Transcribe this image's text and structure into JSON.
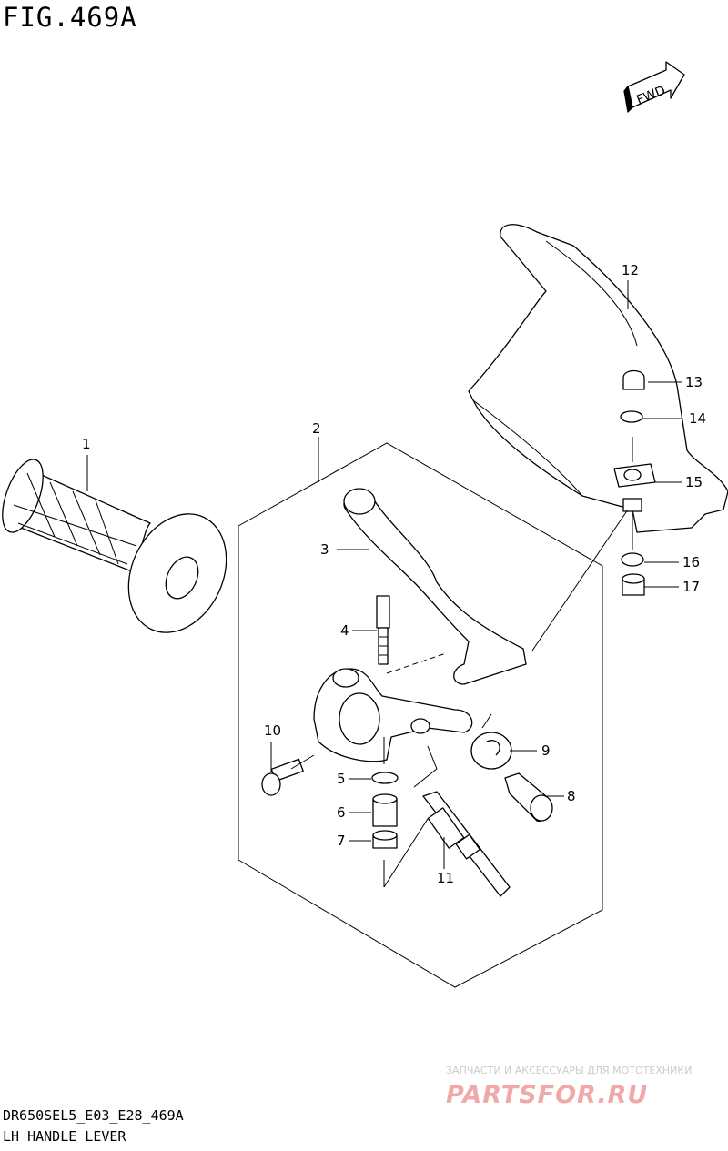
{
  "figure": {
    "title": "FIG.469A",
    "fwd_label": "FWD",
    "model_code": "DR650SEL5_E03_E28_469A",
    "caption": "LH HANDLE LEVER"
  },
  "callouts": [
    "1",
    "2",
    "3",
    "4",
    "5",
    "6",
    "7",
    "8",
    "9",
    "10",
    "11",
    "12",
    "13",
    "14",
    "15",
    "16",
    "17"
  ],
  "watermark": {
    "top_text": "ЗАПЧАСТИ И АКСЕССУАРЫ ДЛЯ МОТОТЕХНИКИ",
    "brand": "PARTSFOR.RU"
  }
}
